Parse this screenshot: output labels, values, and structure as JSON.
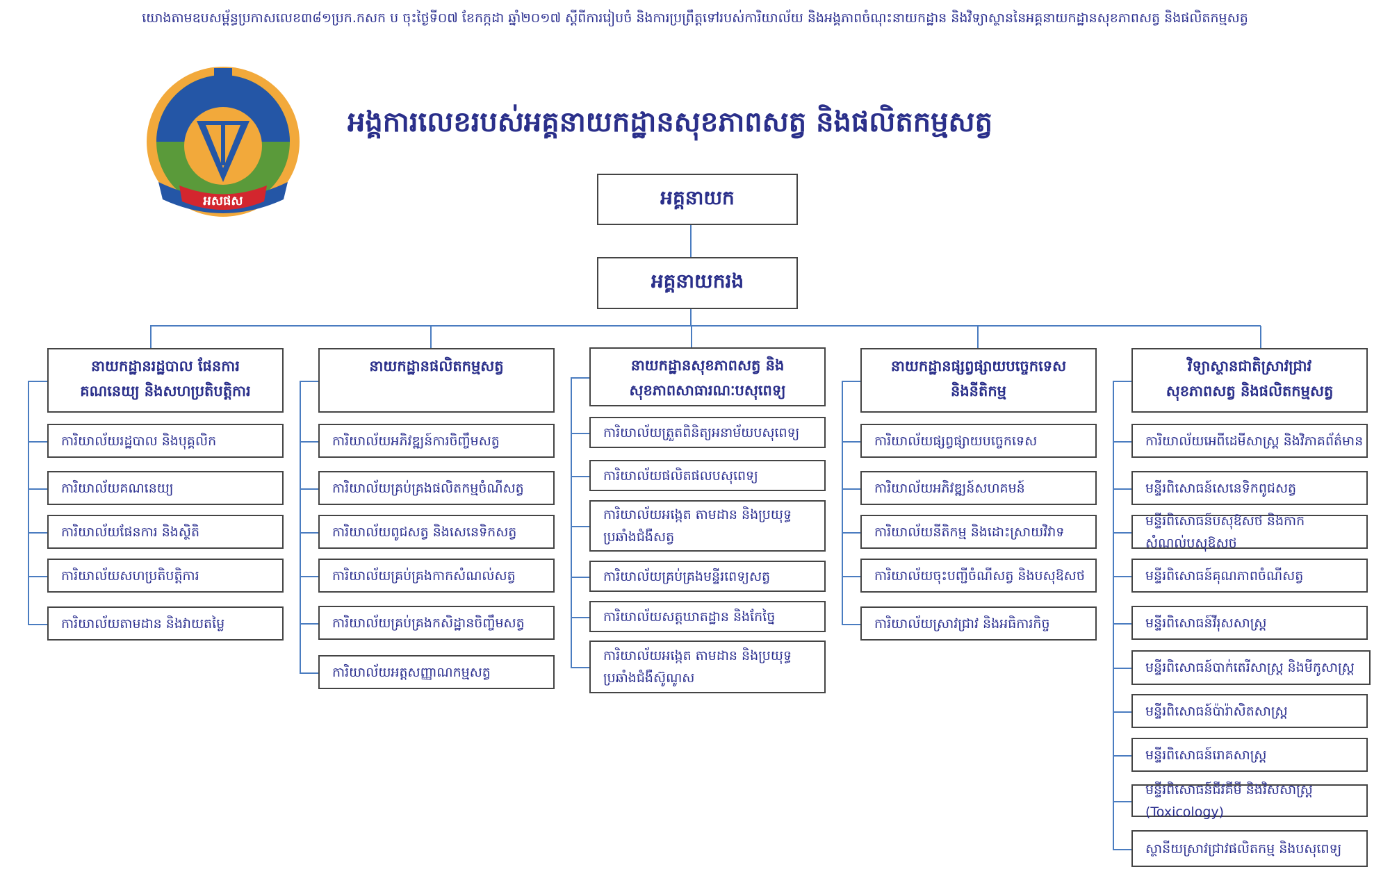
{
  "header_note": "យោងតាមឧបសម្ព័ន្ធប្រកាសលេខ៣៨១ប្រក.កសក ប ចុះថ្ងៃទី០៧ ខែកក្កដា ឆ្នាំ២០១៧ ស្តីពីការរៀបចំ និងការប្រព្រឹត្តទៅរបស់ការិយាល័យ និងអង្គភាពចំណុះនាយកដ្ឋាន និងវិទ្យាស្ថាននៃអគ្គនាយកដ្ឋានសុខភាពសត្វ និងផលិតកម្មសត្វ",
  "title": "អង្គការលេខរបស់អគ្គនាយកដ្ឋានសុខភាពសត្វ និងផលិតកម្មសត្វ",
  "logo": {
    "banner_text": "អសផស",
    "colors": {
      "blue": "#2456a6",
      "orange": "#f2a93b",
      "green": "#5a9a3a",
      "red": "#d3262e"
    }
  },
  "director_general": "អគ្គនាយក",
  "deputy_director_general": "អគ្គនាយករង",
  "colors": {
    "text": "#2b2f8f",
    "connector": "#4a7cc0",
    "border": "#444444"
  },
  "departments": [
    {
      "title": "នាយកដ្ឋានរដ្ឋបាល ផែនការ\nគណនេយ្យ និងសហប្រតិបត្តិការ",
      "offices": [
        "ការិយាល័យរដ្ឋបាល និងបុគ្គលិក",
        "ការិយាល័យគណនេយ្យ",
        "ការិយាល័យផែនការ និងស្ថិតិ",
        "ការិយាល័យសហប្រតិបត្តិការ",
        "ការិយាល័យតាមដាន និងវាយតម្លៃ"
      ]
    },
    {
      "title": "នាយកដ្ឋានផលិតកម្មសត្វ",
      "offices": [
        "ការិយាល័យអភិវឌ្ឍន៍ការចិញ្ចឹមសត្វ",
        "ការិយាល័យគ្រប់គ្រងផលិតកម្មចំណីសត្វ",
        "ការិយាល័យពូជសត្វ និងសេនេទិកសត្វ",
        "ការិយាល័យគ្រប់គ្រងកាកសំណល់សត្វ",
        "ការិយាល័យគ្រប់គ្រងកសិដ្ឋានចិញ្ចឹមសត្វ",
        "ការិយាល័យអត្តសញ្ញាណកម្មសត្វ"
      ]
    },
    {
      "title": "នាយកដ្ឋានសុខភាពសត្វ និង\nសុខភាពសាធារណៈបសុពេទ្យ",
      "offices": [
        "ការិយាល័យត្រួតពិនិត្យអនាម័យបសុពេទ្យ",
        "ការិយាល័យផលិតផលបសុពេទ្យ",
        "ការិយាល័យអង្កេត តាមដាន និងប្រយុទ្ធប្រឆាំងជំងឺសត្វ",
        "ការិយាល័យគ្រប់គ្រងមន្ទីរពេទ្យសត្វ",
        "ការិយាល័យសត្តឃាតដ្ឋាន និងកែច្នៃ",
        "ការិយាល័យអង្កេត តាមដាន និងប្រយុទ្ធប្រឆាំងជំងឺស៊ូណូស"
      ]
    },
    {
      "title": "នាយកដ្ឋានផ្សព្វផ្សាយបច្ចេកទេស\nនិងនីតិកម្ម",
      "offices": [
        "ការិយាល័យផ្សព្វផ្សាយបច្ចេកទេស",
        "ការិយាល័យអភិវឌ្ឍន៍សហគមន៍",
        "ការិយាល័យនីតិកម្ម និងដោះស្រាយវិវាទ",
        "ការិយាល័យចុះបញ្ជីចំណីសត្វ និងបសុឱសថ",
        "ការិយាល័យស្រាវជ្រាវ និងអធិការកិច្ច"
      ]
    },
    {
      "title": "វិទ្យាស្ថានជាតិស្រាវជ្រាវ\nសុខភាពសត្វ និងផលិតកម្មសត្វ",
      "offices": [
        "ការិយាល័យអេពីដេមីសាស្ត្រ និងវិភាគព័ត៌មាន",
        "មន្ទីរពិសោធន៍សេនេទិកពូជសត្វ",
        "មន្ទីរពិសោធន៍បសុឱសថ និងកាកសំណល់បសុឱសថ",
        "មន្ទីរពិសោធន៍គុណភាពចំណីសត្វ",
        "មន្ទីរពិសោធន៍វីរុសសាស្ត្រ",
        "មន្ទីរពិសោធន៍បាក់តេរីសាស្ត្រ និងមីកូសាស្ត្រ",
        "មន្ទីរពិសោធន៍ប៉ារ៉ាសិតសាស្ត្រ",
        "មន្ទីរពិសោធន៍រោគសាស្ត្រ",
        "មន្ទីរពិសោធន៍ជីវគីមី និងវិសសាស្ត្រ (Toxicology)",
        "ស្ថានីយស្រាវជ្រាវផលិតកម្ម និងបសុពេទ្យ"
      ]
    }
  ]
}
